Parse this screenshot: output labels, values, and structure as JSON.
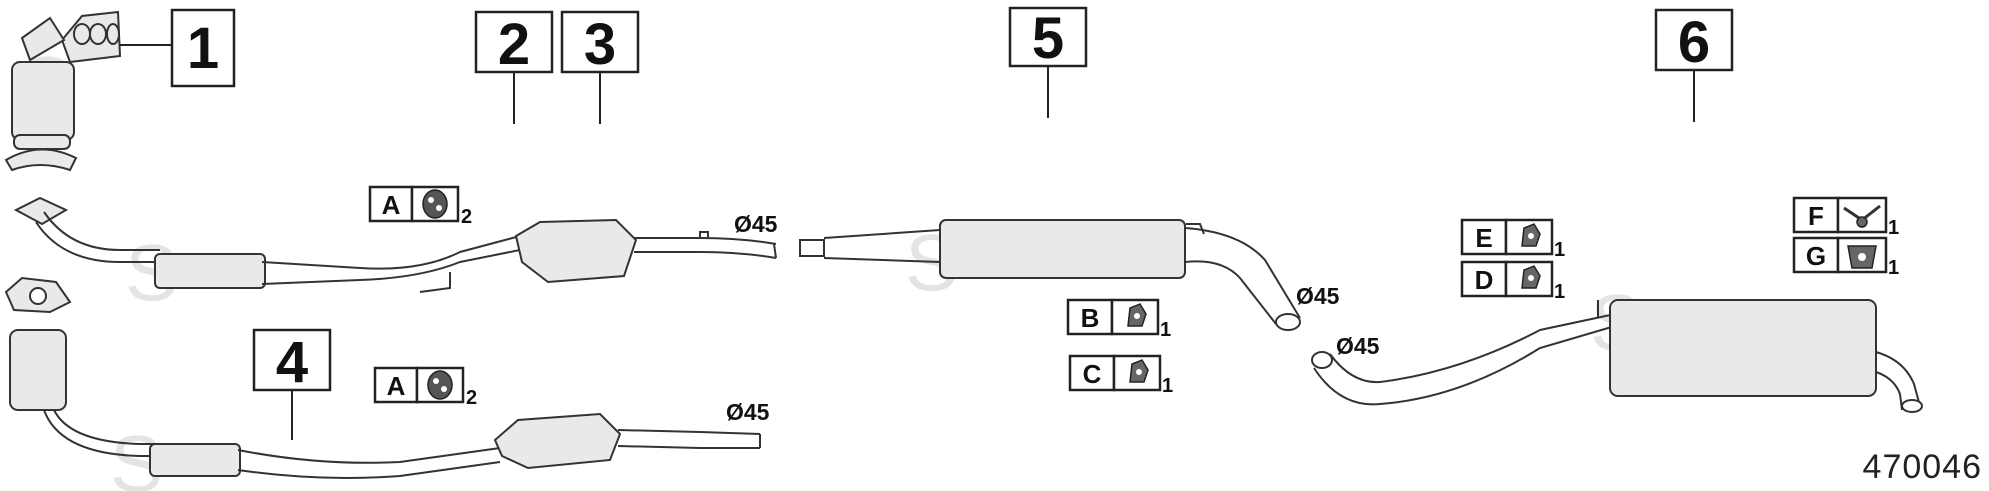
{
  "diagram": {
    "reference_number": "470046",
    "callouts": [
      {
        "id": "c1",
        "label": "1"
      },
      {
        "id": "c2",
        "label": "2"
      },
      {
        "id": "c3",
        "label": "3"
      },
      {
        "id": "c4",
        "label": "4"
      },
      {
        "id": "c5",
        "label": "5"
      },
      {
        "id": "c6",
        "label": "6"
      }
    ],
    "fitting_tags": [
      {
        "id": "tagA1",
        "letter": "A",
        "qty": "2",
        "icon": "rubber-hanger-icon"
      },
      {
        "id": "tagA2",
        "letter": "A",
        "qty": "2",
        "icon": "rubber-hanger-icon"
      },
      {
        "id": "tagB",
        "letter": "B",
        "qty": "1",
        "icon": "pipe-clamp-icon"
      },
      {
        "id": "tagC",
        "letter": "C",
        "qty": "1",
        "icon": "pipe-clamp-icon"
      },
      {
        "id": "tagD",
        "letter": "D",
        "qty": "1",
        "icon": "pipe-clamp-icon"
      },
      {
        "id": "tagE",
        "letter": "E",
        "qty": "1",
        "icon": "pipe-clamp-icon"
      },
      {
        "id": "tagF",
        "letter": "F",
        "qty": "1",
        "icon": "bracket-icon"
      },
      {
        "id": "tagG",
        "letter": "G",
        "qty": "1",
        "icon": "rubber-mount-icon"
      }
    ],
    "diameter_labels": [
      {
        "id": "d1",
        "text": "Ø45"
      },
      {
        "id": "d2",
        "text": "Ø45"
      },
      {
        "id": "d3",
        "text": "Ø45"
      },
      {
        "id": "d4",
        "text": "Ø45"
      }
    ]
  }
}
